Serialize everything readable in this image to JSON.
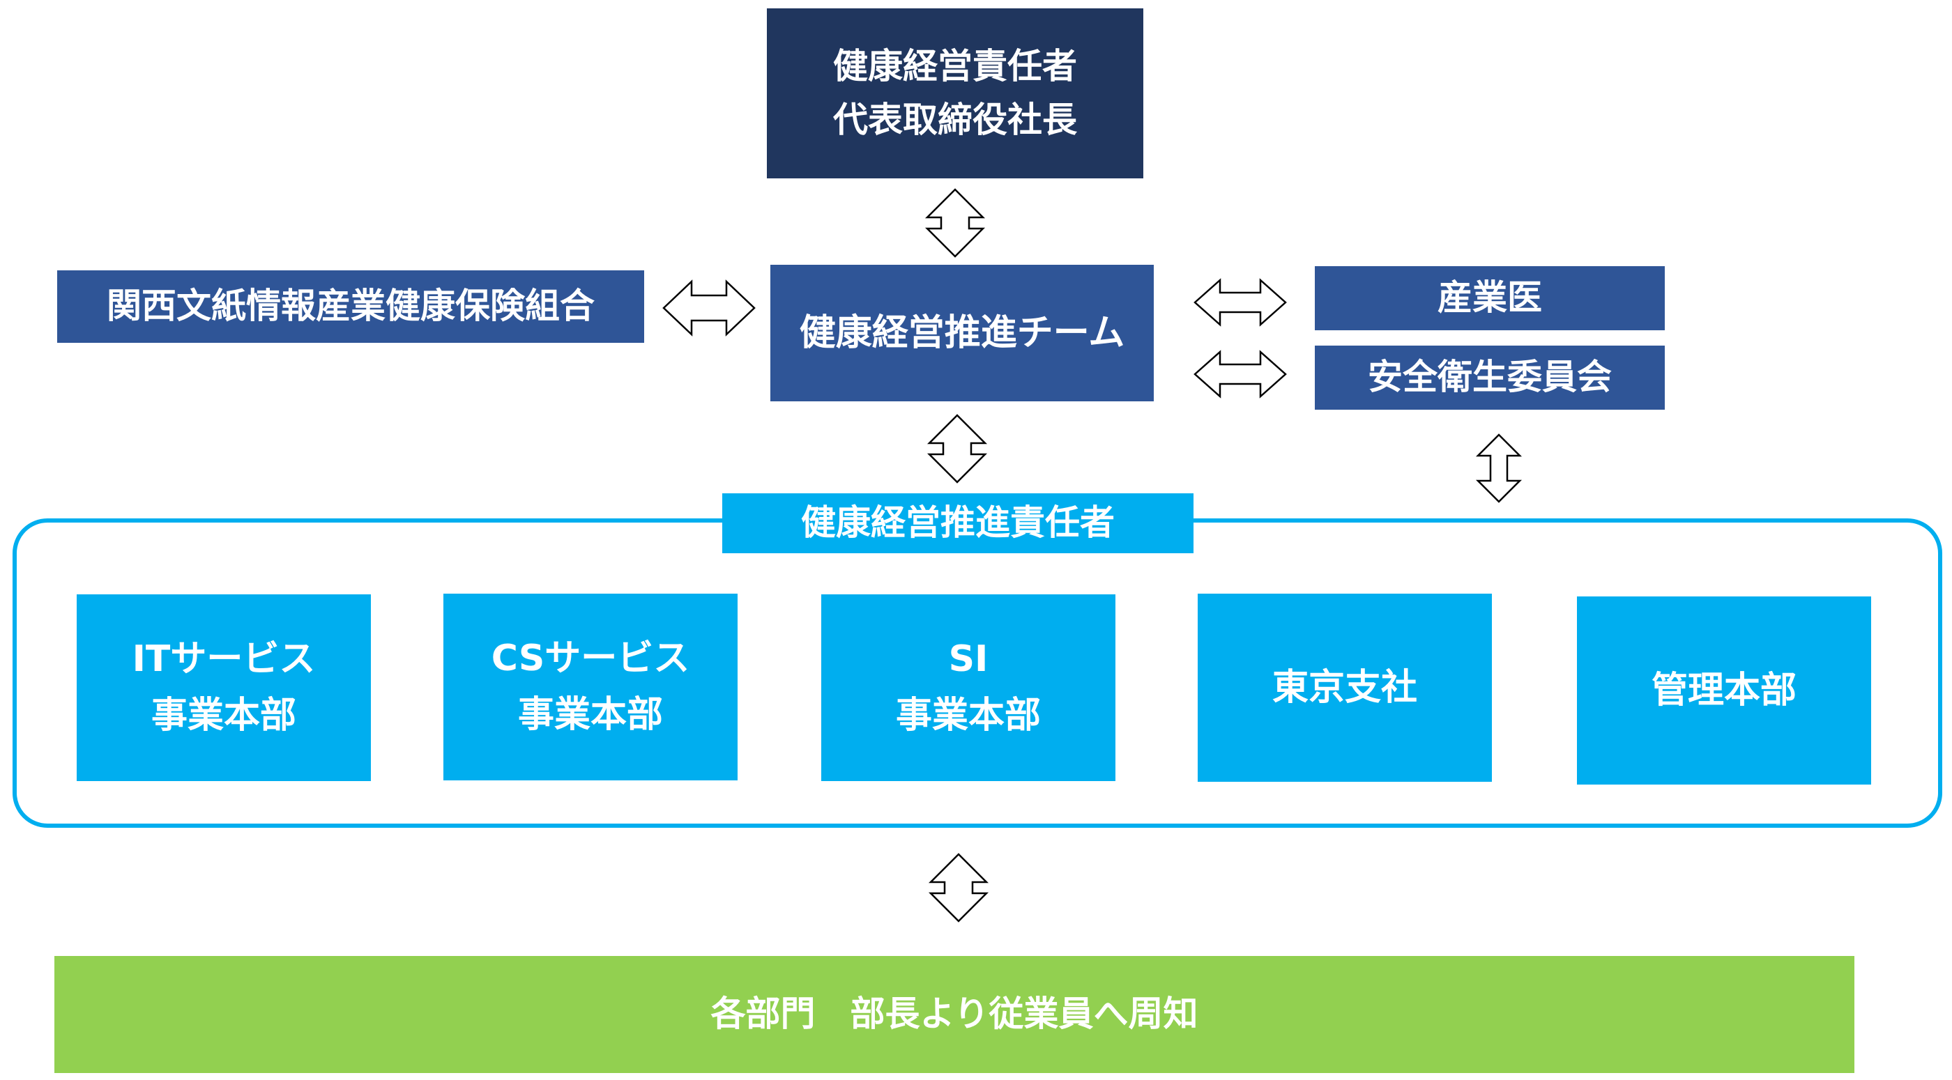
{
  "top": {
    "line1": "健康経営責任者",
    "line2": "代表取締役社長"
  },
  "left_partner": "関西文紙情報産業健康保険組合",
  "center_team": "健康経営推進チーム",
  "right_top": "産業医",
  "right_bottom": "安全衛生委員会",
  "frame_label": "健康経営推進責任者",
  "departments": [
    {
      "line1": "ITサービス",
      "line2": "事業本部"
    },
    {
      "line1": "CSサービス",
      "line2": "事業本部"
    },
    {
      "line1": "SI",
      "line2": "事業本部"
    },
    {
      "line1": "東京支社"
    },
    {
      "line1": "管理本部"
    }
  ],
  "bottom_bar": "各部門　部長より従業員へ周知",
  "colors": {
    "navy": "#20365e",
    "blue": "#2f5597",
    "cyan": "#00aeef",
    "green": "#92d050"
  }
}
